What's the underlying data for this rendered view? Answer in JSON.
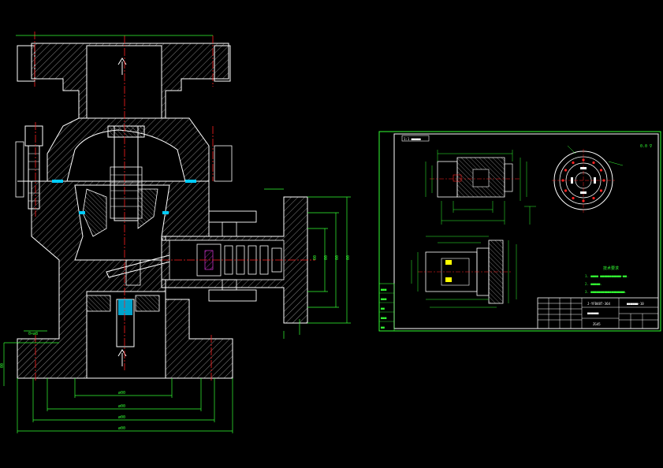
{
  "palette": {
    "background": "#000000",
    "outline": "#ffffff",
    "centerline": "#ff2020",
    "dimension": "#33ff33",
    "hatch": "#cfcfcf",
    "accent": "#00ccff",
    "magenta": "#ff40ff",
    "yellow": "#ffff00"
  },
  "main_view": {
    "dimension_text": {
      "d1": "ø00",
      "d2": "ø00",
      "d3": "ø00",
      "d4": "ø00",
      "left_top": "0×ø8",
      "side_v1": "00",
      "side_v2": "00",
      "side_v3": "00",
      "side_v4": "00",
      "left_h": "00"
    }
  },
  "sheet": {
    "view_label": "1:1 ■■■■■",
    "scale_mark": "0.0 ∇",
    "notes_title": "技术要求",
    "notes": [
      "1. ■■■■  ■■■■■■■■■■■—■■.",
      "2. ■■■■■.",
      "3. ■■■■■■■■■■■■■■■■■■."
    ],
    "title_block": {
      "drawing_no": "J-YFB48T-364",
      "part_code": "■■■■■■-10",
      "part_name": "■■■■■■",
      "material": "ZG45",
      "side_labels": [
        "■■■",
        "■■■",
        "■■",
        "■■■",
        "■■"
      ]
    }
  }
}
